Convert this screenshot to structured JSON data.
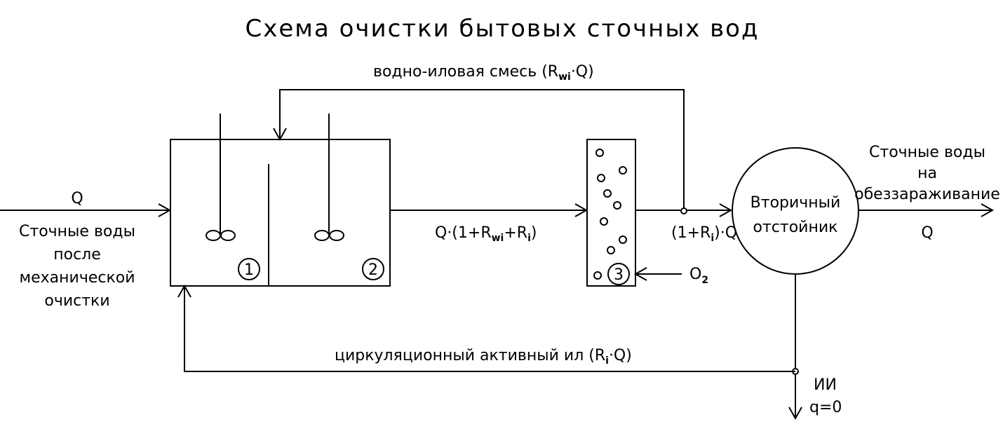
{
  "title": "Схема очистки бытовых сточных вод",
  "flows": {
    "inlet_q": "Q",
    "inlet_desc": [
      "Сточные воды",
      "после",
      "механической",
      "очистки"
    ],
    "reactor_out": {
      "prefix": "Q·(1+R",
      "sub1": "wi",
      "mid": "+R",
      "sub2": "i",
      "suffix": ")"
    },
    "aerator_out": {
      "prefix": "(1+R",
      "sub": "i",
      "suffix": ")·Q"
    },
    "return_top": {
      "prefix": "водно-иловая смесь (R",
      "sub": "wi",
      "suffix": "·Q)"
    },
    "return_bottom": {
      "prefix": "циркуляционный активный ил  (R",
      "sub": "i",
      "suffix": "·Q)"
    },
    "outlet_desc": [
      "Сточные воды",
      "на",
      "обеззараживание"
    ],
    "outlet_q": "Q",
    "oxygen": {
      "main": "O",
      "sub": "2"
    },
    "excess_sludge": "ИИ",
    "excess_flow": "q=0"
  },
  "units": {
    "zone1": "1",
    "zone2": "2",
    "aerator": "3",
    "clarifier": [
      "Вторичный",
      "отстойник"
    ]
  }
}
